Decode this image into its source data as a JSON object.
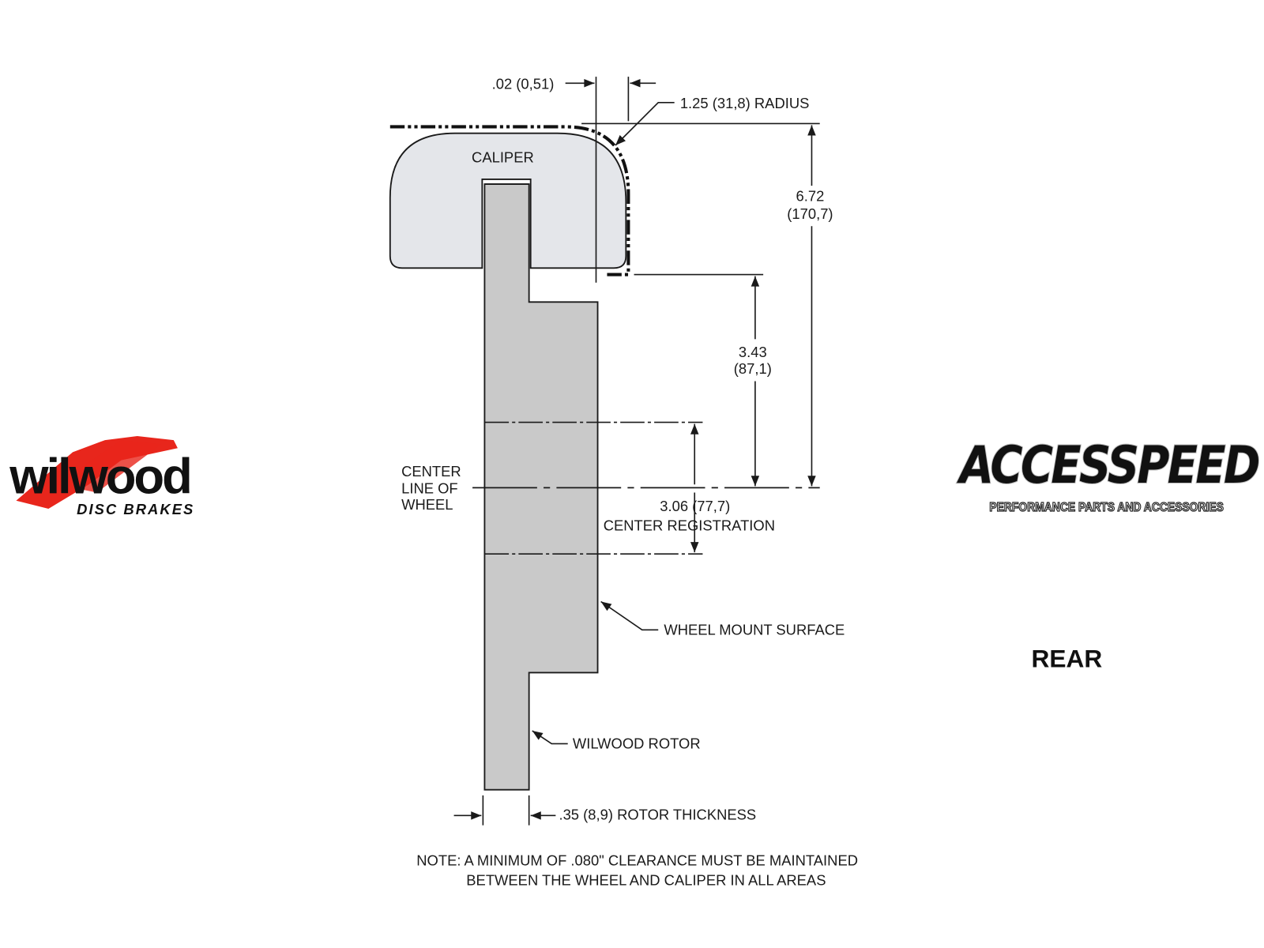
{
  "diagram": {
    "title": "REAR",
    "labels": {
      "caliper": "CALIPER",
      "center_line": [
        "CENTER",
        "LINE OF",
        "WHEEL"
      ],
      "wheel_mount_surface": "WHEEL MOUNT SURFACE",
      "wilwood_rotor": "WILWOOD ROTOR"
    },
    "dimensions": {
      "clearance": ".02 (0,51)",
      "radius": "1.25 (31,8) RADIUS",
      "overall_height": [
        "6.72",
        "(170,7)"
      ],
      "caliper_to_center": [
        "3.43",
        "(87,1)"
      ],
      "center_registration": [
        "3.06 (77,7)",
        "CENTER REGISTRATION"
      ],
      "rotor_thickness": ".35 (8,9) ROTOR THICKNESS"
    },
    "note": [
      "NOTE: A MINIMUM OF .080\" CLEARANCE MUST BE MAINTAINED",
      "BETWEEN THE WHEEL AND CALIPER IN ALL AREAS"
    ]
  },
  "logos": {
    "wilwood": {
      "name": "wilwood",
      "tagline": "DISC BRAKES",
      "accent": "#e8261c"
    },
    "accesspeed": {
      "name": "ACCESSPEED",
      "tagline": "PERFORMANCE PARTS AND ACCESSORIES"
    }
  },
  "colors": {
    "caliper_fill": "#e4e6ea",
    "rotor_fill": "#c9c9c9",
    "line": "#1a1a1a"
  }
}
